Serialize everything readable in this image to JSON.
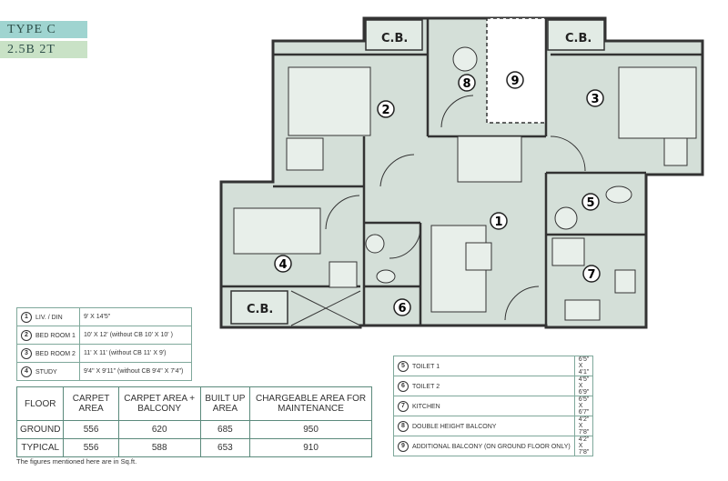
{
  "header": {
    "type_label": "TYPE C",
    "bhk_label": "2.5B 2T"
  },
  "plan": {
    "cb_label": "C.B.",
    "markers": [
      "1",
      "2",
      "3",
      "4",
      "5",
      "6",
      "7",
      "8",
      "9"
    ]
  },
  "rooms_left": [
    {
      "num": "1",
      "name": "LIV. / DIN",
      "size": "9' X 14'5\""
    },
    {
      "num": "2",
      "name": "BED ROOM 1",
      "size": "10' X 12' (without CB 10' X 10' )"
    },
    {
      "num": "3",
      "name": "BED ROOM 2",
      "size": "11' X 11' (without CB 11' X 9')"
    },
    {
      "num": "4",
      "name": "STUDY",
      "size": "9'4\" X 9'11\" (without CB 9'4\" X 7'4\")"
    }
  ],
  "rooms_right": [
    {
      "num": "5",
      "name": "TOILET 1",
      "size": "6'5\" X 4'1\""
    },
    {
      "num": "6",
      "name": "TOILET 2",
      "size": "4'5\" X 6'9\""
    },
    {
      "num": "7",
      "name": "KITCHEN",
      "size": "6'5\" X 6'7\""
    },
    {
      "num": "8",
      "name": "DOUBLE HEIGHT BALCONY",
      "size": "4'2\" X 7'8\""
    },
    {
      "num": "9",
      "name": "ADDITIONAL BALCONY (ON GROUND FLOOR ONLY)",
      "size": "4'2\" X 7'8\""
    }
  ],
  "area_table": {
    "headers": [
      "FLOOR",
      "CARPET AREA",
      "CARPET AREA + BALCONY",
      "BUILT UP AREA",
      "CHARGEABLE AREA FOR MAINTENANCE"
    ],
    "rows": [
      [
        "GROUND",
        "556",
        "620",
        "685",
        "950"
      ],
      [
        "TYPICAL",
        "556",
        "588",
        "653",
        "910"
      ]
    ]
  },
  "footnote": "The figures mentioned here are in Sq.ft."
}
